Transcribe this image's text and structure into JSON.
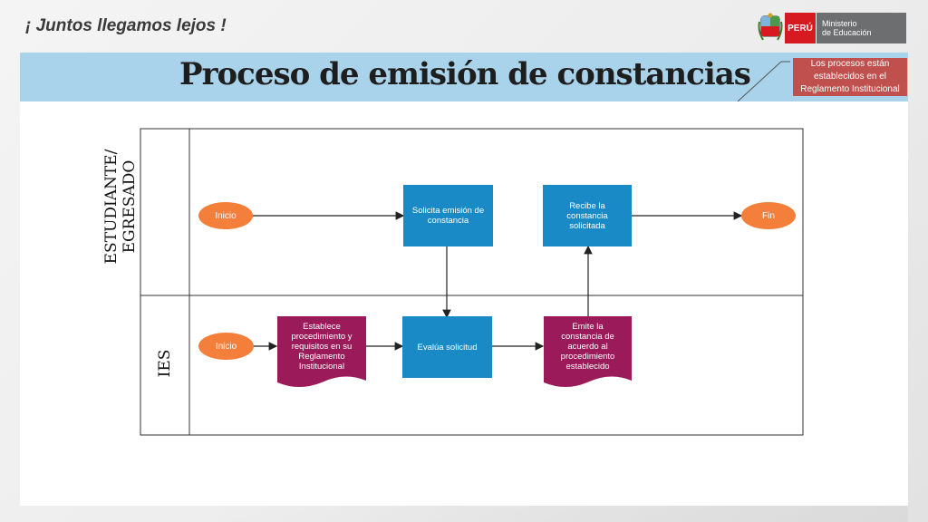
{
  "header": {
    "slogan": "¡ Juntos llegamos lejos !",
    "logo_peru": "PERÚ",
    "logo_ministry_line1": "Ministerio",
    "logo_ministry_line2": "de Educación"
  },
  "banner": {
    "title": "Proceso de emisión de constancias",
    "note": "Los procesos están establecidos en el Reglamento Institucional"
  },
  "diagram": {
    "lanes": [
      {
        "label": "ESTUDIANTE/ EGRESADO"
      },
      {
        "label": "IES"
      }
    ],
    "nodes": {
      "start_student": "Inicio",
      "request": "Solicita emisión de constancia",
      "receive": "Recibe la constancia solicitada",
      "end": "Fin",
      "start_ies": "Inicio",
      "establish": "Establece procedimiento y requisitos en su Reglamento Institucional",
      "evaluate": "Evalúa solicitud",
      "issue": "Emite la constancia de acuerdo al procedimiento establecido"
    },
    "colors": {
      "start_end": "#f47f3a",
      "process": "#1a8ac7",
      "document": "#9b1b5a",
      "banner": "#a9d3ea",
      "note": "#c0504d"
    }
  }
}
